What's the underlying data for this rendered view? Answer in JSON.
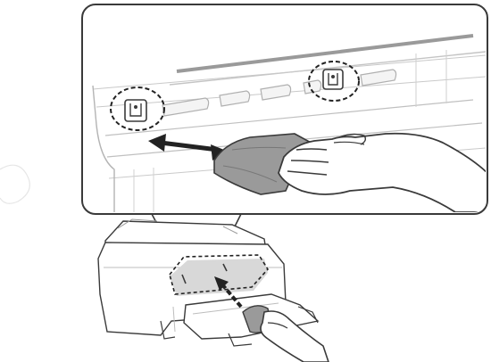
{
  "figure": {
    "kind": "instruction-illustration",
    "subject": "printer",
    "callout_subject": "cleaning-cloth-wiping-paper-path",
    "colors": {
      "stroke": "#3a3a3a",
      "light_stroke": "#b8b8b8",
      "cloth_fill": "#9a9a9a",
      "cloth_dark": "#777777",
      "highlight_fill": "#d8d8d8",
      "background": "#ffffff"
    },
    "icons": [
      "cleaning-cloth-icon",
      "hand-icon",
      "double-arrow-icon",
      "roller-guide-icon"
    ]
  }
}
